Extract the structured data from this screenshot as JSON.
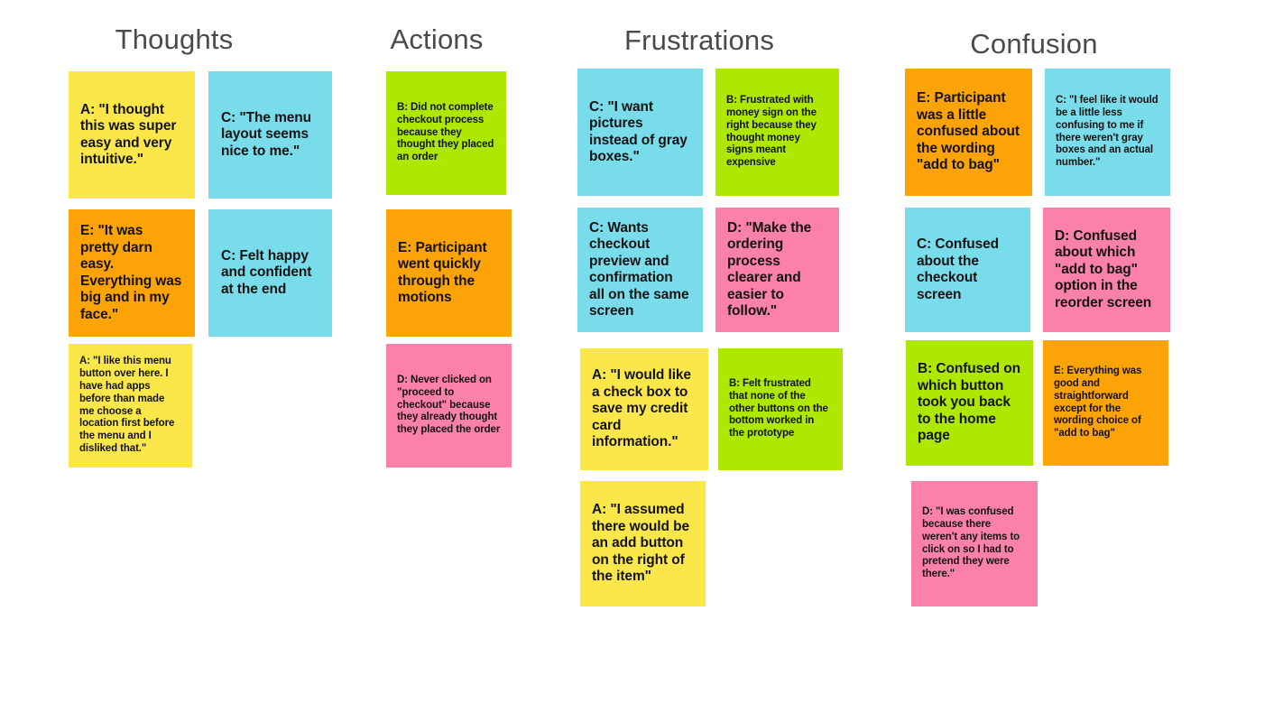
{
  "board": {
    "background": "#ffffff",
    "title_color": "#4a4a4a",
    "palette": {
      "yellow": "#FCE74A",
      "cyan": "#79DCEB",
      "green": "#AEE801",
      "orange": "#FCA307",
      "pink": "#FC81A9"
    }
  },
  "columns": [
    {
      "id": "thoughts",
      "title": "Thoughts"
    },
    {
      "id": "actions",
      "title": "Actions"
    },
    {
      "id": "frustrations",
      "title": "Frustrations"
    },
    {
      "id": "confusion",
      "title": "Confusion"
    }
  ],
  "notes": [
    {
      "id": "n01",
      "column": "thoughts",
      "participant": "A",
      "color": "yellow",
      "size": "lg",
      "text": "A: \"I thought this was super easy and very intuitive.\""
    },
    {
      "id": "n02",
      "column": "thoughts",
      "participant": "C",
      "color": "cyan",
      "size": "lg",
      "text": "C: \"The menu layout seems nice to me.\""
    },
    {
      "id": "n03",
      "column": "thoughts",
      "participant": "E",
      "color": "orange",
      "size": "lg",
      "text": "E: \"It was pretty darn easy. Everything was big and in my face.\""
    },
    {
      "id": "n04",
      "column": "thoughts",
      "participant": "C",
      "color": "cyan",
      "size": "lg",
      "text": "C: Felt happy and confident at the end"
    },
    {
      "id": "n05",
      "column": "thoughts",
      "participant": "A",
      "color": "yellow",
      "size": "sm",
      "text": "A: \"I like this menu button over here. I have had apps before than made me choose a location first before the menu and I disliked that.\""
    },
    {
      "id": "n06",
      "column": "actions",
      "participant": "B",
      "color": "green",
      "size": "sm",
      "text": "B: Did not complete checkout process because they thought they placed an order"
    },
    {
      "id": "n07",
      "column": "actions",
      "participant": "E",
      "color": "orange",
      "size": "lg",
      "text": "E: Participant went quickly through the motions"
    },
    {
      "id": "n08",
      "column": "actions",
      "participant": "D",
      "color": "pink",
      "size": "sm",
      "text": "D: Never clicked on \"proceed to checkout\" because they already thought they placed the order"
    },
    {
      "id": "n09",
      "column": "frustrations",
      "participant": "C",
      "color": "cyan",
      "size": "lg",
      "text": "C: \"I want pictures instead of gray boxes.\""
    },
    {
      "id": "n10",
      "column": "frustrations",
      "participant": "B",
      "color": "green",
      "size": "sm",
      "text": "B: Frustrated with money sign on the right because they thought money signs meant expensive"
    },
    {
      "id": "n11",
      "column": "frustrations",
      "participant": "C",
      "color": "cyan",
      "size": "lg",
      "text": "C: Wants checkout preview and confirmation all on the same screen"
    },
    {
      "id": "n12",
      "column": "frustrations",
      "participant": "D",
      "color": "pink",
      "size": "lg",
      "text": "D: \"Make the ordering process clearer and easier to follow.\""
    },
    {
      "id": "n13",
      "column": "frustrations",
      "participant": "A",
      "color": "yellow",
      "size": "lg",
      "text": "A: \"I would like a check box to save my credit card information.\""
    },
    {
      "id": "n14",
      "column": "frustrations",
      "participant": "B",
      "color": "green",
      "size": "sm",
      "text": "B: Felt frustrated that none of the other buttons on the bottom worked in the prototype"
    },
    {
      "id": "n15",
      "column": "frustrations",
      "participant": "A",
      "color": "yellow",
      "size": "lg",
      "text": "A: \"I assumed there would be an add button on the right of the item\""
    },
    {
      "id": "n16",
      "column": "confusion",
      "participant": "E",
      "color": "orange",
      "size": "lg",
      "text": "E: Participant was a little confused about the wording \"add to bag\""
    },
    {
      "id": "n17",
      "column": "confusion",
      "participant": "C",
      "color": "cyan",
      "size": "sm",
      "text": "C: \"I feel like it would be a little less confusing to me if there weren't gray boxes and an actual number.\""
    },
    {
      "id": "n18",
      "column": "confusion",
      "participant": "C",
      "color": "cyan",
      "size": "lg",
      "text": "C: Confused about the checkout screen"
    },
    {
      "id": "n19",
      "column": "confusion",
      "participant": "D",
      "color": "pink",
      "size": "lg",
      "text": "D: Confused about which \"add to bag\" option in the reorder screen"
    },
    {
      "id": "n20",
      "column": "confusion",
      "participant": "B",
      "color": "green",
      "size": "lg",
      "text": "B: Confused on which button took you back to the home page"
    },
    {
      "id": "n21",
      "column": "confusion",
      "participant": "E",
      "color": "orange",
      "size": "sm",
      "text": "E: Everything was good and straightforward except for the wording choice of \"add to bag\""
    },
    {
      "id": "n22",
      "column": "confusion",
      "participant": "D",
      "color": "pink",
      "size": "sm",
      "text": "D: \"I was confused because there weren't any items to click on so I had to pretend they were there.\""
    }
  ]
}
